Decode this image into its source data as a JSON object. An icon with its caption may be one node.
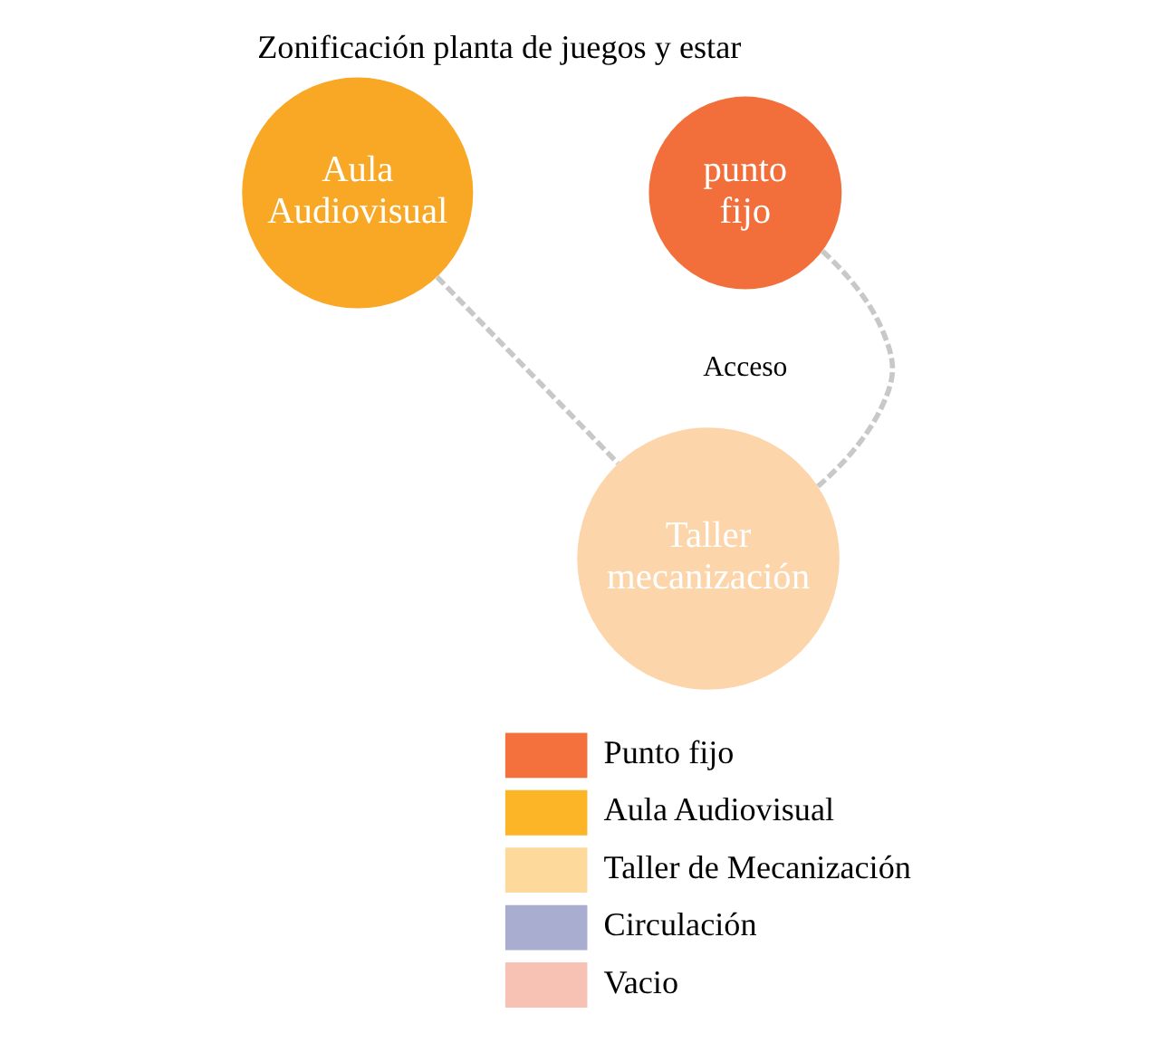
{
  "diagram": {
    "title": "Zonificación planta de juegos y estar",
    "nodes": [
      {
        "text": [
          "Aula Audiovisual"
        ]
      },
      {
        "text": [
          "punto fijo"
        ],
        "beside": [
          "Acceso"
        ]
      },
      {
        "text": [
          "Taller mecanización"
        ]
      }
    ],
    "edges": [
      {
        "from": 0,
        "to": 2,
        "arrow": "none",
        "style": "dashed"
      },
      {
        "from": 1,
        "to": 2,
        "arrow": "none",
        "style": "dashed"
      }
    ],
    "legend": [
      {
        "text": "Punto fijo",
        "color": "#f4703c"
      },
      {
        "text": "Aula Audiovisual",
        "color": "#fbb526"
      },
      {
        "text": "Taller de Mecanización",
        "color": "#fdd99b"
      },
      {
        "text": "Circulación",
        "color": "#a9aed0"
      },
      {
        "text": "Vacio",
        "color": "#f7c2b4"
      }
    ]
  }
}
